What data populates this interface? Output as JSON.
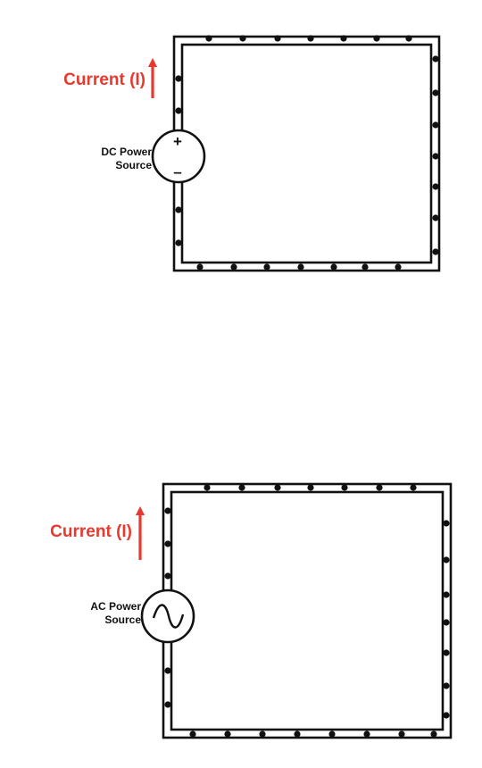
{
  "colors": {
    "current": "#e8392e",
    "wire": "#111111",
    "background": "#ffffff"
  },
  "circuits": [
    {
      "id": "dc",
      "current_label": "Current (I)",
      "source_label_line1": "DC Power",
      "source_label_line2": "Source",
      "plus_sign": "+",
      "minus_sign": "–",
      "source_icon": "dc-source-icon"
    },
    {
      "id": "ac",
      "current_label": "Current (I)",
      "source_label_line1": "AC Power",
      "source_label_line2": "Source",
      "source_icon": "ac-sine-source-icon"
    }
  ]
}
